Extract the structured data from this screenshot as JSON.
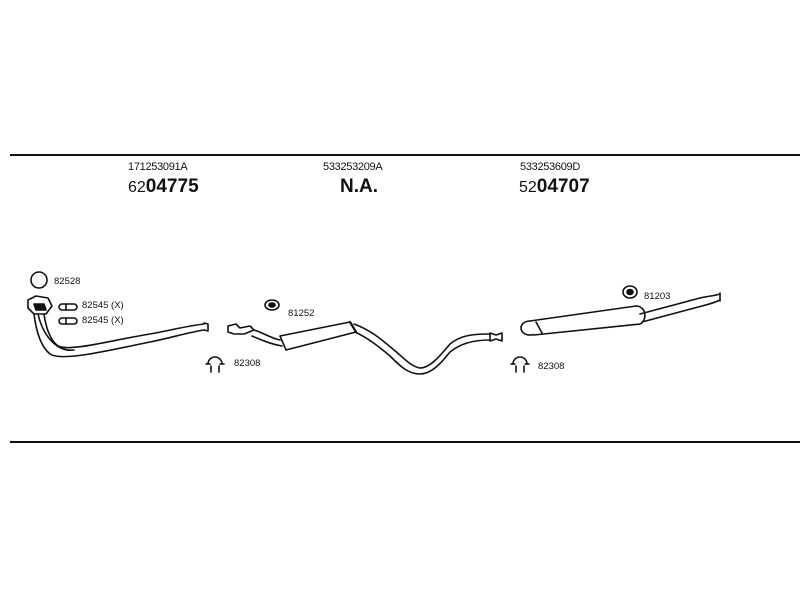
{
  "header": {
    "groups": [
      {
        "part_number": "171253091A",
        "code_prefix": "62",
        "code_main": "04775"
      },
      {
        "part_number": "533253209A",
        "code_prefix": "",
        "code_main": "N.A."
      },
      {
        "part_number": "533253609D",
        "code_prefix": "52",
        "code_main": "04707"
      }
    ]
  },
  "parts": {
    "ring_gasket": "82528",
    "clip_1": "82545 (X)",
    "clip_2": "82545 (X)",
    "hanger_mid": "81252",
    "clamp_front": "82308",
    "clamp_rear": "82308",
    "hanger_rear": "81203"
  }
}
